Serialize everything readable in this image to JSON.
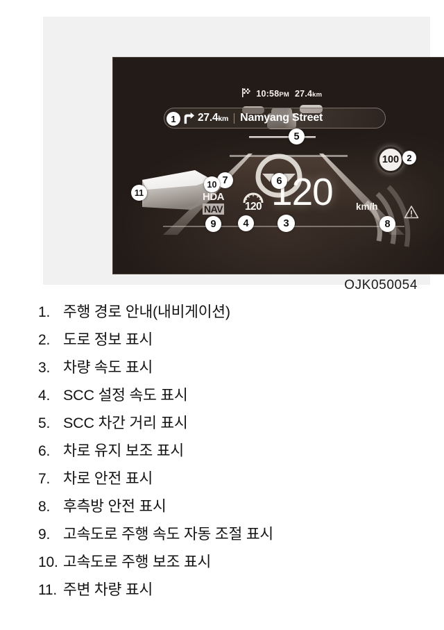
{
  "figure": {
    "caption": "OJK050054",
    "cluster": {
      "eta": {
        "flag_icon": "checkered-flag-icon",
        "time": "10:58",
        "meridiem": "PM",
        "distance": "27.4",
        "distance_unit": "km"
      },
      "navigation": {
        "turn_icon": "turn-right-arrow-icon",
        "distance": "27.4",
        "distance_unit": "km",
        "street": "Namyang Street"
      },
      "speed_limit": {
        "icon": "speed-limit-sign-icon",
        "value": "100"
      },
      "driving_assist": {
        "hda_label": "HDA",
        "nav_label": "NAV",
        "scc_gauge_icon": "scc-speedometer-icon",
        "scc_set_speed": "120"
      },
      "vehicle_speed": {
        "value": "120",
        "unit": "km/h"
      },
      "icons": {
        "steering_wheel": "steering-wheel-icon",
        "blind_spot_warning": "warning-triangle-icon",
        "lead_vehicle": "lead-vehicle-icon",
        "nearby_vehicle": "nearby-vehicle-icon",
        "lane_line": "lane-line-icon"
      },
      "callouts": [
        {
          "id": "1",
          "target": "navigation-route-guidance"
        },
        {
          "id": "2",
          "target": "road-information-display"
        },
        {
          "id": "3",
          "target": "vehicle-speed-display"
        },
        {
          "id": "4",
          "target": "scc-set-speed-display"
        },
        {
          "id": "5",
          "target": "scc-following-distance-display"
        },
        {
          "id": "6",
          "target": "lane-following-assist-display"
        },
        {
          "id": "7",
          "target": "lane-safety-display"
        },
        {
          "id": "8",
          "target": "blind-spot-safety-display"
        },
        {
          "id": "9",
          "target": "highway-auto-speed-control-display"
        },
        {
          "id": "10",
          "target": "highway-driving-assist-display"
        },
        {
          "id": "11",
          "target": "surrounding-vehicle-display"
        }
      ]
    }
  },
  "legend": {
    "items": [
      {
        "num": "1.",
        "text": "주행 경로 안내(내비게이션)"
      },
      {
        "num": "2.",
        "text": "도로 정보 표시"
      },
      {
        "num": "3.",
        "text": "차량 속도 표시"
      },
      {
        "num": "4.",
        "text": "SCC 설정 속도 표시"
      },
      {
        "num": "5.",
        "text": "SCC 차간 거리 표시"
      },
      {
        "num": "6.",
        "text": "차로 유지 보조 표시"
      },
      {
        "num": "7.",
        "text": "차로 안전 표시"
      },
      {
        "num": "8.",
        "text": "후측방 안전 표시"
      },
      {
        "num": "9.",
        "text": "고속도로 주행 속도 자동 조절 표시"
      },
      {
        "num": "10.",
        "text": "고속도로 주행 보조 표시"
      },
      {
        "num": "11.",
        "text": "주변 차량 표시"
      }
    ]
  },
  "colors": {
    "page_background": "#ffffff",
    "figure_background": "#f1f1f1",
    "cluster_background": "#231b17",
    "cluster_text": "#fdfbf8",
    "callout_background": "#ffffff",
    "callout_text": "#111111"
  }
}
